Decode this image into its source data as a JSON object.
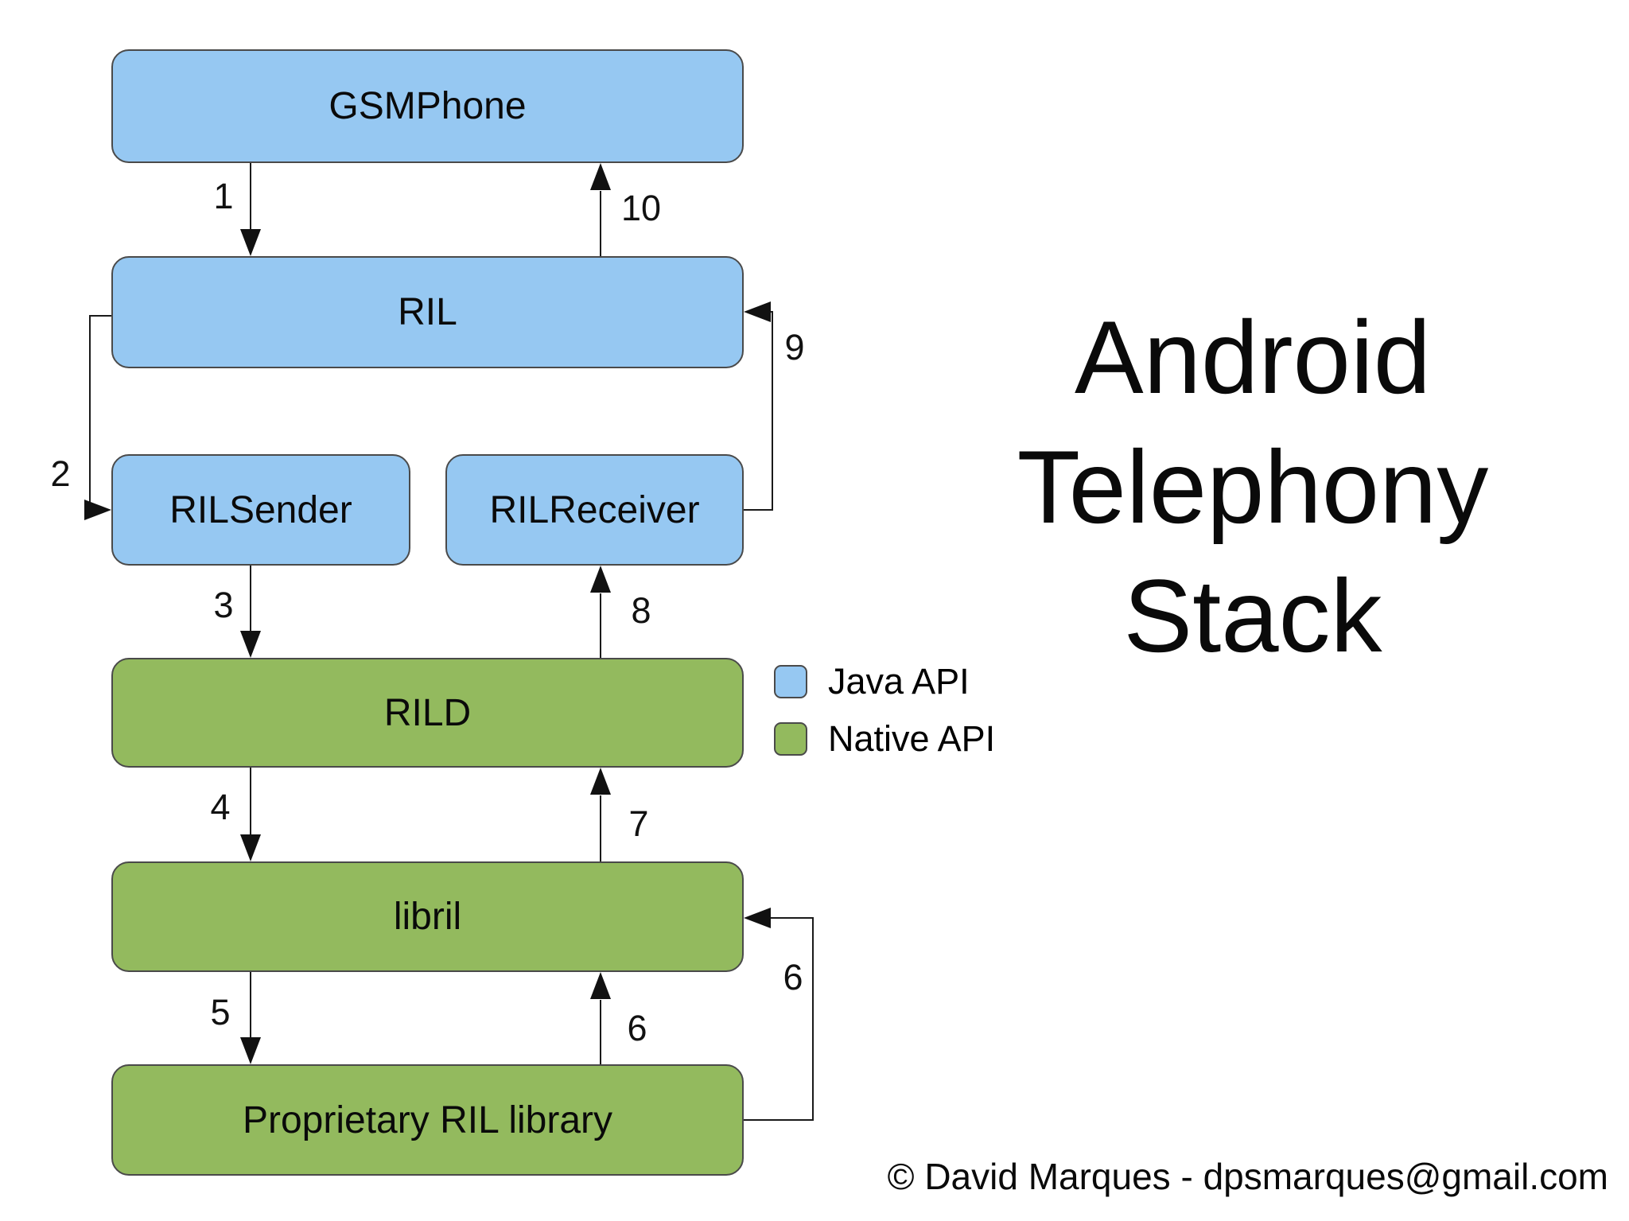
{
  "title": {
    "text": "Android Telephony Stack"
  },
  "diagram": {
    "nodes": {
      "gsmphone": {
        "label": "GSMPhone",
        "api": "Java API"
      },
      "ril": {
        "label": "RIL",
        "api": "Java API"
      },
      "rilsender": {
        "label": "RILSender",
        "api": "Java API"
      },
      "rilreceiver": {
        "label": "RILReceiver",
        "api": "Java API"
      },
      "rild": {
        "label": "RILD",
        "api": "Native API"
      },
      "libril": {
        "label": "libril",
        "api": "Native API"
      },
      "proprietary_ril_library": {
        "label": "Proprietary RIL library",
        "api": "Native API"
      }
    },
    "flow_labels": {
      "step1": "1",
      "step2": "2",
      "step3": "3",
      "step4": "4",
      "step5": "5",
      "step6": "6",
      "step6_loop": "6",
      "step7": "7",
      "step8": "8",
      "step9": "9",
      "step10": "10"
    }
  },
  "legend": {
    "items": [
      {
        "label": "Java API",
        "color": "#96C8F2"
      },
      {
        "label": "Native API",
        "color": "#93BA5E"
      }
    ]
  },
  "footer": {
    "copyright": "© David Marques - dpsmarques@gmail.com"
  }
}
